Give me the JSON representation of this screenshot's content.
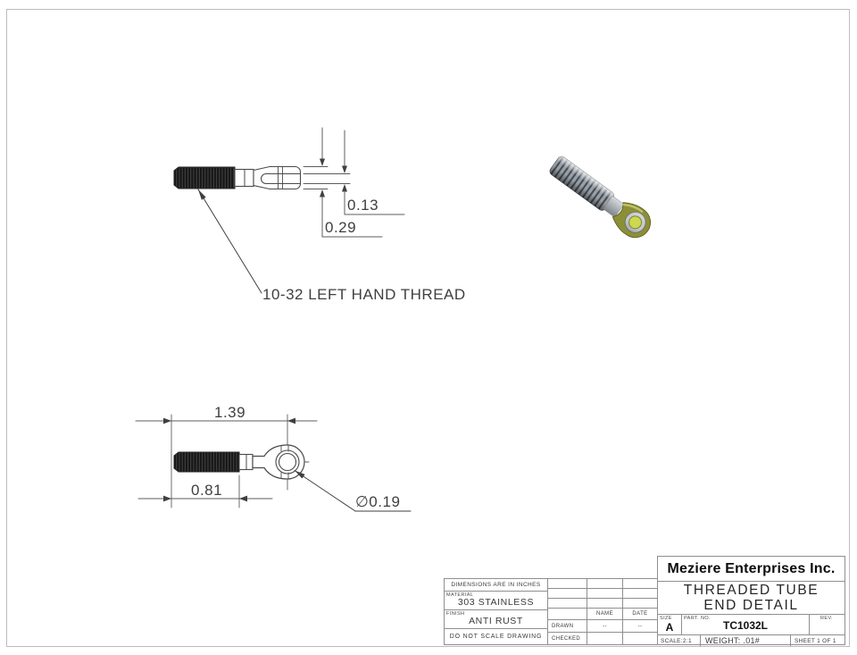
{
  "top_view": {
    "thread_note": "10-32 LEFT HAND THREAD",
    "slot_width": "0.13",
    "fork_width": "0.29"
  },
  "side_view": {
    "overall_length": "1.39",
    "thread_length": "0.81",
    "hole_diameter": "∅0.19"
  },
  "iso_view": {
    "colors": {
      "shaft": "#99a0a7",
      "body": "#8c8f35",
      "ring": "#c6cacd",
      "hole": "#cdd74f"
    }
  },
  "title_block": {
    "company": "Meziere Enterprises Inc.",
    "title_line1": "THREADED TUBE",
    "title_line2": "END DETAIL",
    "dimensions_note": "DIMENSIONS ARE IN INCHES",
    "material_label": "MATERIAL",
    "material_value": "303 STAINLESS",
    "finish_label": "FINISH",
    "finish_value": "ANTI RUST",
    "no_scale_note": "DO NOT SCALE DRAWING",
    "name_header": "NAME",
    "date_header": "DATE",
    "drawn_label": "DRAWN",
    "drawn_name": "--",
    "drawn_date": "--",
    "checked_label": "CHECKED",
    "size_label": "SIZE",
    "size_value": "A",
    "part_no_label": "PART. NO.",
    "part_no_value": "TC1032L",
    "rev_label": "REV.",
    "scale_value": "SCALE:2:1",
    "weight_value": "WEIGHT: .01#",
    "sheet_value": "SHEET 1 OF 1"
  }
}
